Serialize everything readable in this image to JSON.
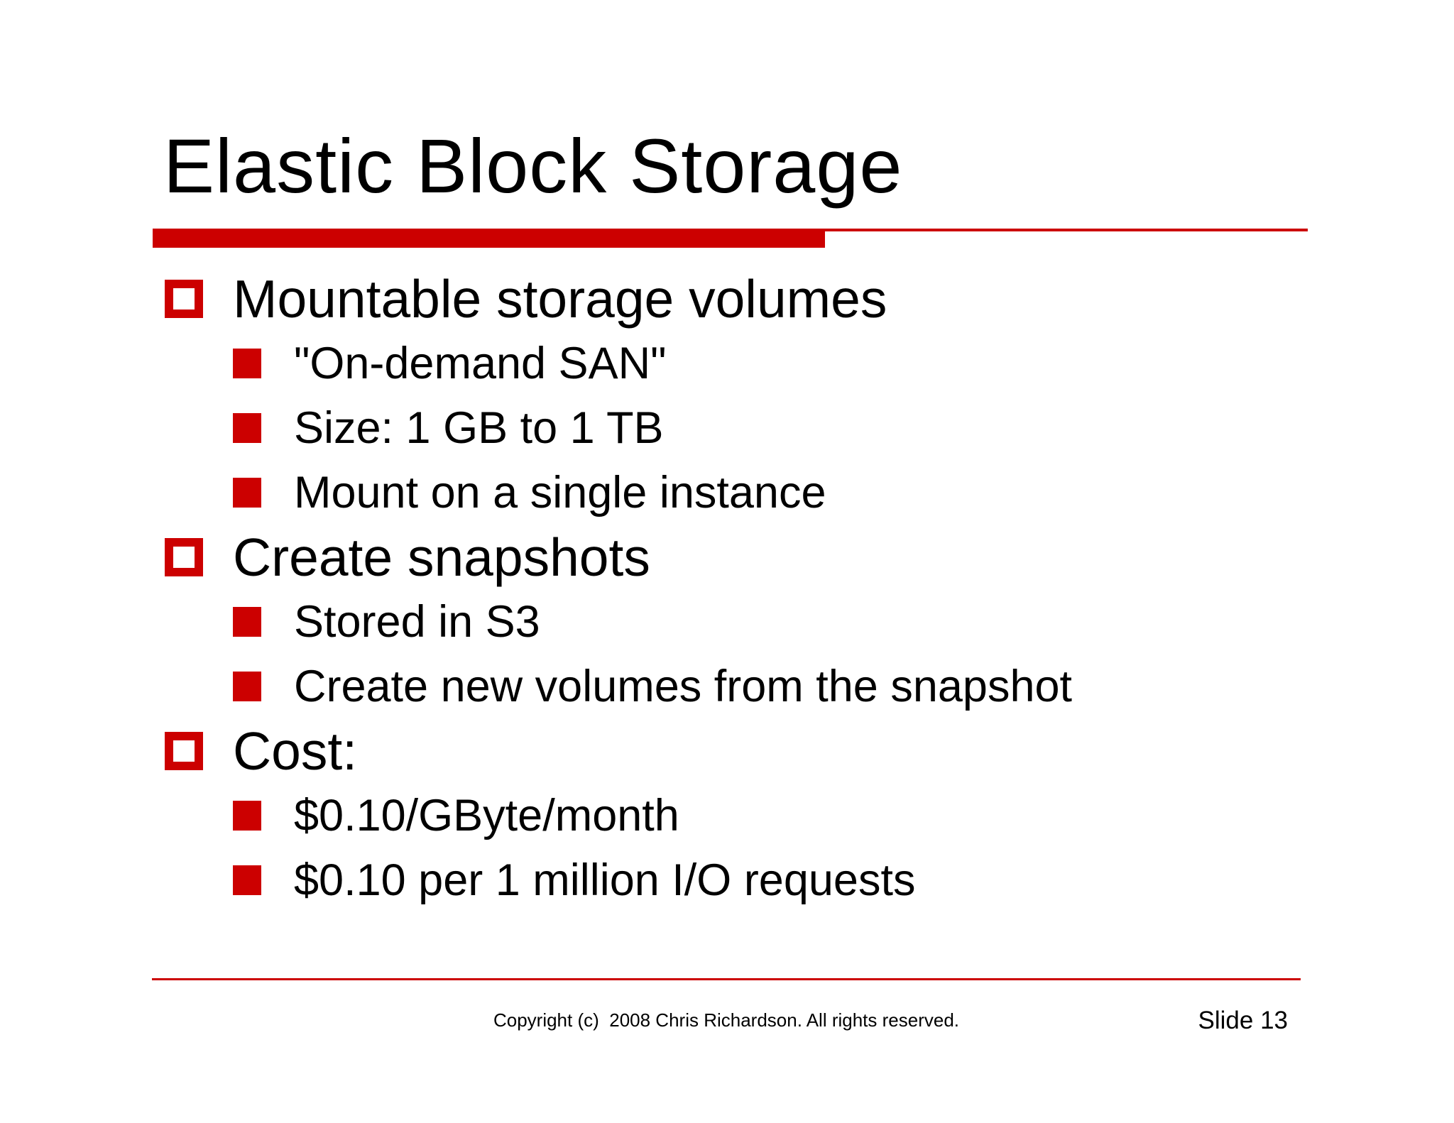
{
  "slide": {
    "title": "Elastic Block Storage",
    "bullets": [
      {
        "level": 1,
        "text": "Mountable storage volumes"
      },
      {
        "level": 2,
        "text": "\"On-demand SAN\""
      },
      {
        "level": 2,
        "text": "Size: 1 GB to 1 TB"
      },
      {
        "level": 2,
        "text": "Mount on a single instance"
      },
      {
        "level": 1,
        "text": "Create snapshots"
      },
      {
        "level": 2,
        "text": "Stored in S3"
      },
      {
        "level": 2,
        "text": "Create new volumes from the snapshot"
      },
      {
        "level": 1,
        "text": "Cost:"
      },
      {
        "level": 2,
        "text": "$0.10/GByte/month"
      },
      {
        "level": 2,
        "text": "$0.10 per 1 million I/O requests"
      }
    ],
    "footer": {
      "copyright": "Copyright (c)  2008 Chris Richardson. All rights reserved.",
      "slide_number": "Slide 13"
    },
    "colors": {
      "accent_red": "#cc0000"
    }
  }
}
